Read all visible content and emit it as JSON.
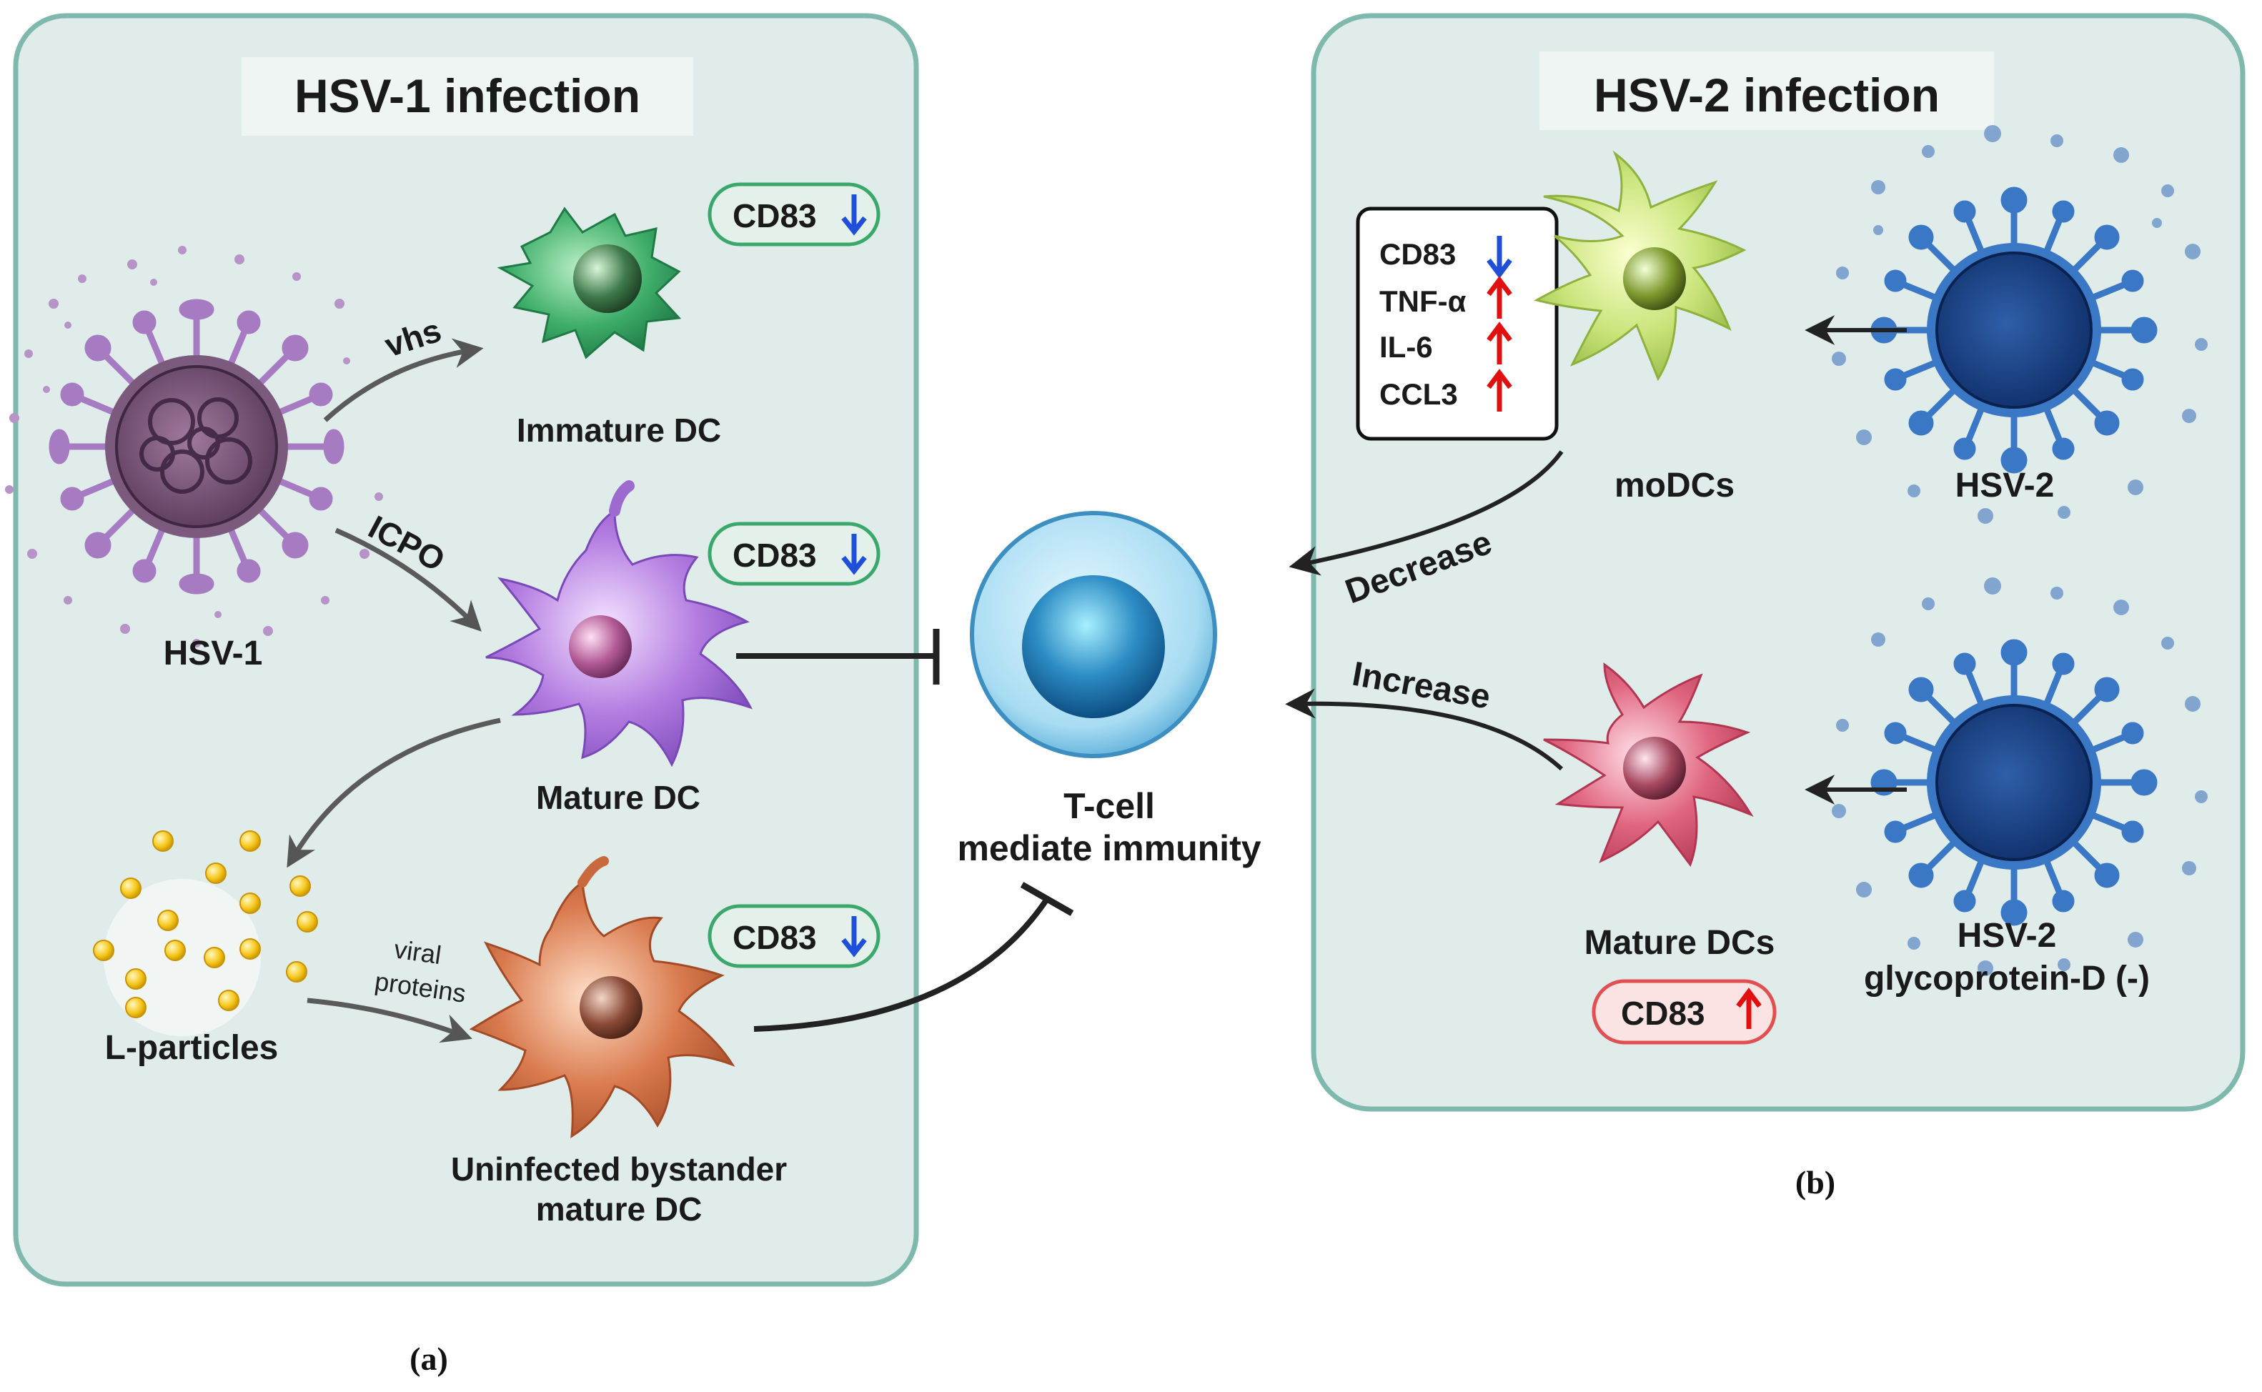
{
  "panel_a": {
    "title": "HSV-1 infection",
    "caption": "(a)",
    "virus_label": "HSV-1",
    "immature_dc": {
      "label": "Immature DC",
      "badge": "CD83",
      "arrow_label": "vhs"
    },
    "mature_dc": {
      "label": "Mature DC",
      "badge": "CD83",
      "arrow_label": "ICPO"
    },
    "l_particles": {
      "label": "L-particles",
      "arrow_label_line1": "viral",
      "arrow_label_line2": "proteins"
    },
    "bystander_dc": {
      "label_line1": "Uninfected bystander",
      "label_line2": "mature DC",
      "badge": "CD83"
    }
  },
  "tcell": {
    "label_line1": "T-cell",
    "label_line2": "mediate immunity"
  },
  "panel_b": {
    "title": "HSV-2 infection",
    "caption": "(b)",
    "modcs": {
      "label": "moDCs",
      "arrow_label": "Decrease"
    },
    "cytokines": [
      "CD83",
      "TNF-α",
      "IL-6",
      "CCL3"
    ],
    "virus_top_label": "HSV-2",
    "virus_bottom_label_line1": "HSV-2",
    "virus_bottom_label_line2": "glycoprotein-D (-)",
    "mature_dcs": {
      "label": "Mature DCs",
      "badge": "CD83",
      "arrow_label": "Increase"
    }
  },
  "colors": {
    "panel_fill": "#dfece9",
    "panel_stroke": "#7fb8ad",
    "arrow_down": "#1f4fd8",
    "arrow_up": "#e01010",
    "badge_green": "#3aa86a",
    "badge_red": "#e05050"
  }
}
